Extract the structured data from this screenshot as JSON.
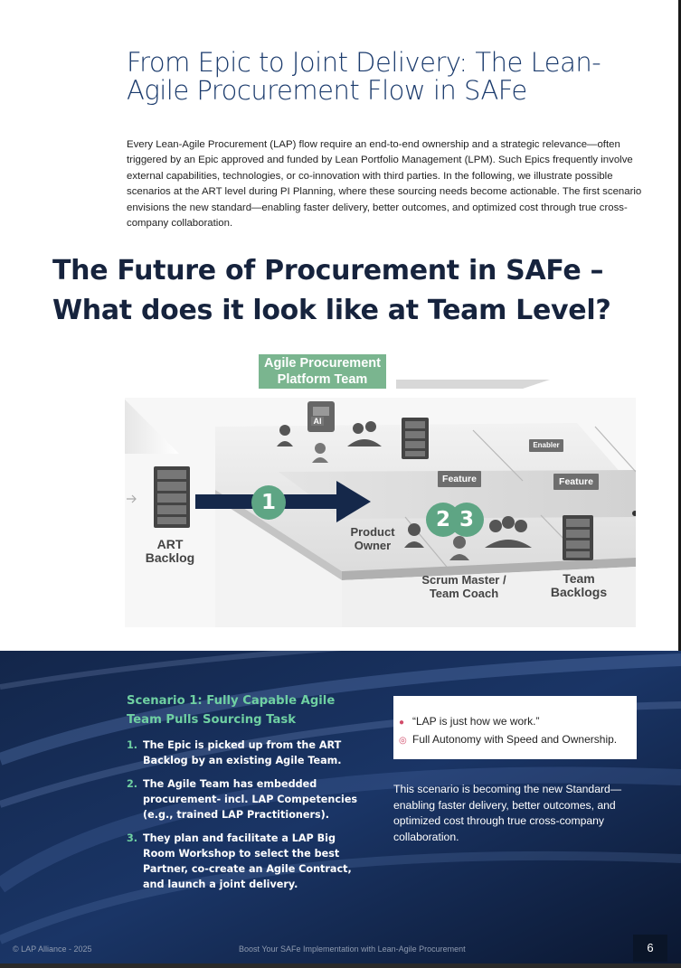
{
  "page": {
    "title": "From Epic to Joint Delivery: The Lean-Agile Procurement Flow in SAFe",
    "intro": "Every Lean-Agile Procurement (LAP) flow require an end-to-end ownership and a strategic relevance—often triggered by an Epic approved and funded by Lean Portfolio Management (LPM). Such Epics frequently involve external capabilities, technologies, or co-innovation with third parties. In the following, we illustrate possible scenarios at the ART level during PI Planning, where these sourcing needs become actionable. The first scenario envisions the new standard—enabling faster delivery, better outcomes, and optimized cost through true cross-company collaboration.",
    "headline": "The Future of Procurement in SAFe – What does it look like at Team Level?"
  },
  "diagram": {
    "platform_team": "Agile Procurement Platform Team",
    "ai_badge": "AI",
    "art_backlog": "ART Backlog",
    "product_owner": "Product Owner",
    "scrum_master": "Scrum Master / Team Coach",
    "team_backlogs": "Team Backlogs",
    "feature_1": "Feature",
    "feature_2": "Feature",
    "enabler": "Enabler",
    "step_1": "1",
    "step_2": "2",
    "step_3": "3",
    "colors": {
      "accent_green": "#5ea584",
      "label_green": "#7ab58f",
      "arrow_navy": "#15284a"
    }
  },
  "scenario": {
    "title": "Scenario 1: Fully Capable Agile Team Pulls Sourcing Task",
    "steps": [
      {
        "num": "1.",
        "text": "The Epic is picked up from the ART Backlog by an existing Agile Team."
      },
      {
        "num": "2.",
        "text": "The Agile Team has embedded procurement- incl. LAP Competencies (e.g., trained LAP Practitioners)."
      },
      {
        "num": "3.",
        "text": "They plan and facilitate a LAP Big Room Workshop to select the best Partner, co-create an Agile Contract, and launch a joint delivery."
      }
    ],
    "quote_1": "“LAP is just how we work.”",
    "quote_2": "Full Autonomy with Speed and Ownership.",
    "quote_1_icon": "brain-icon",
    "quote_2_icon": "target-icon",
    "summary": "This scenario is becoming the new Standard—enabling faster delivery, better outcomes, and optimized cost through true cross-company collaboration."
  },
  "footer": {
    "copyright": "© LAP Alliance - 2025",
    "tagline": "Boost Your SAFe Implementation with Lean-Agile Procurement",
    "page_number": "6"
  }
}
